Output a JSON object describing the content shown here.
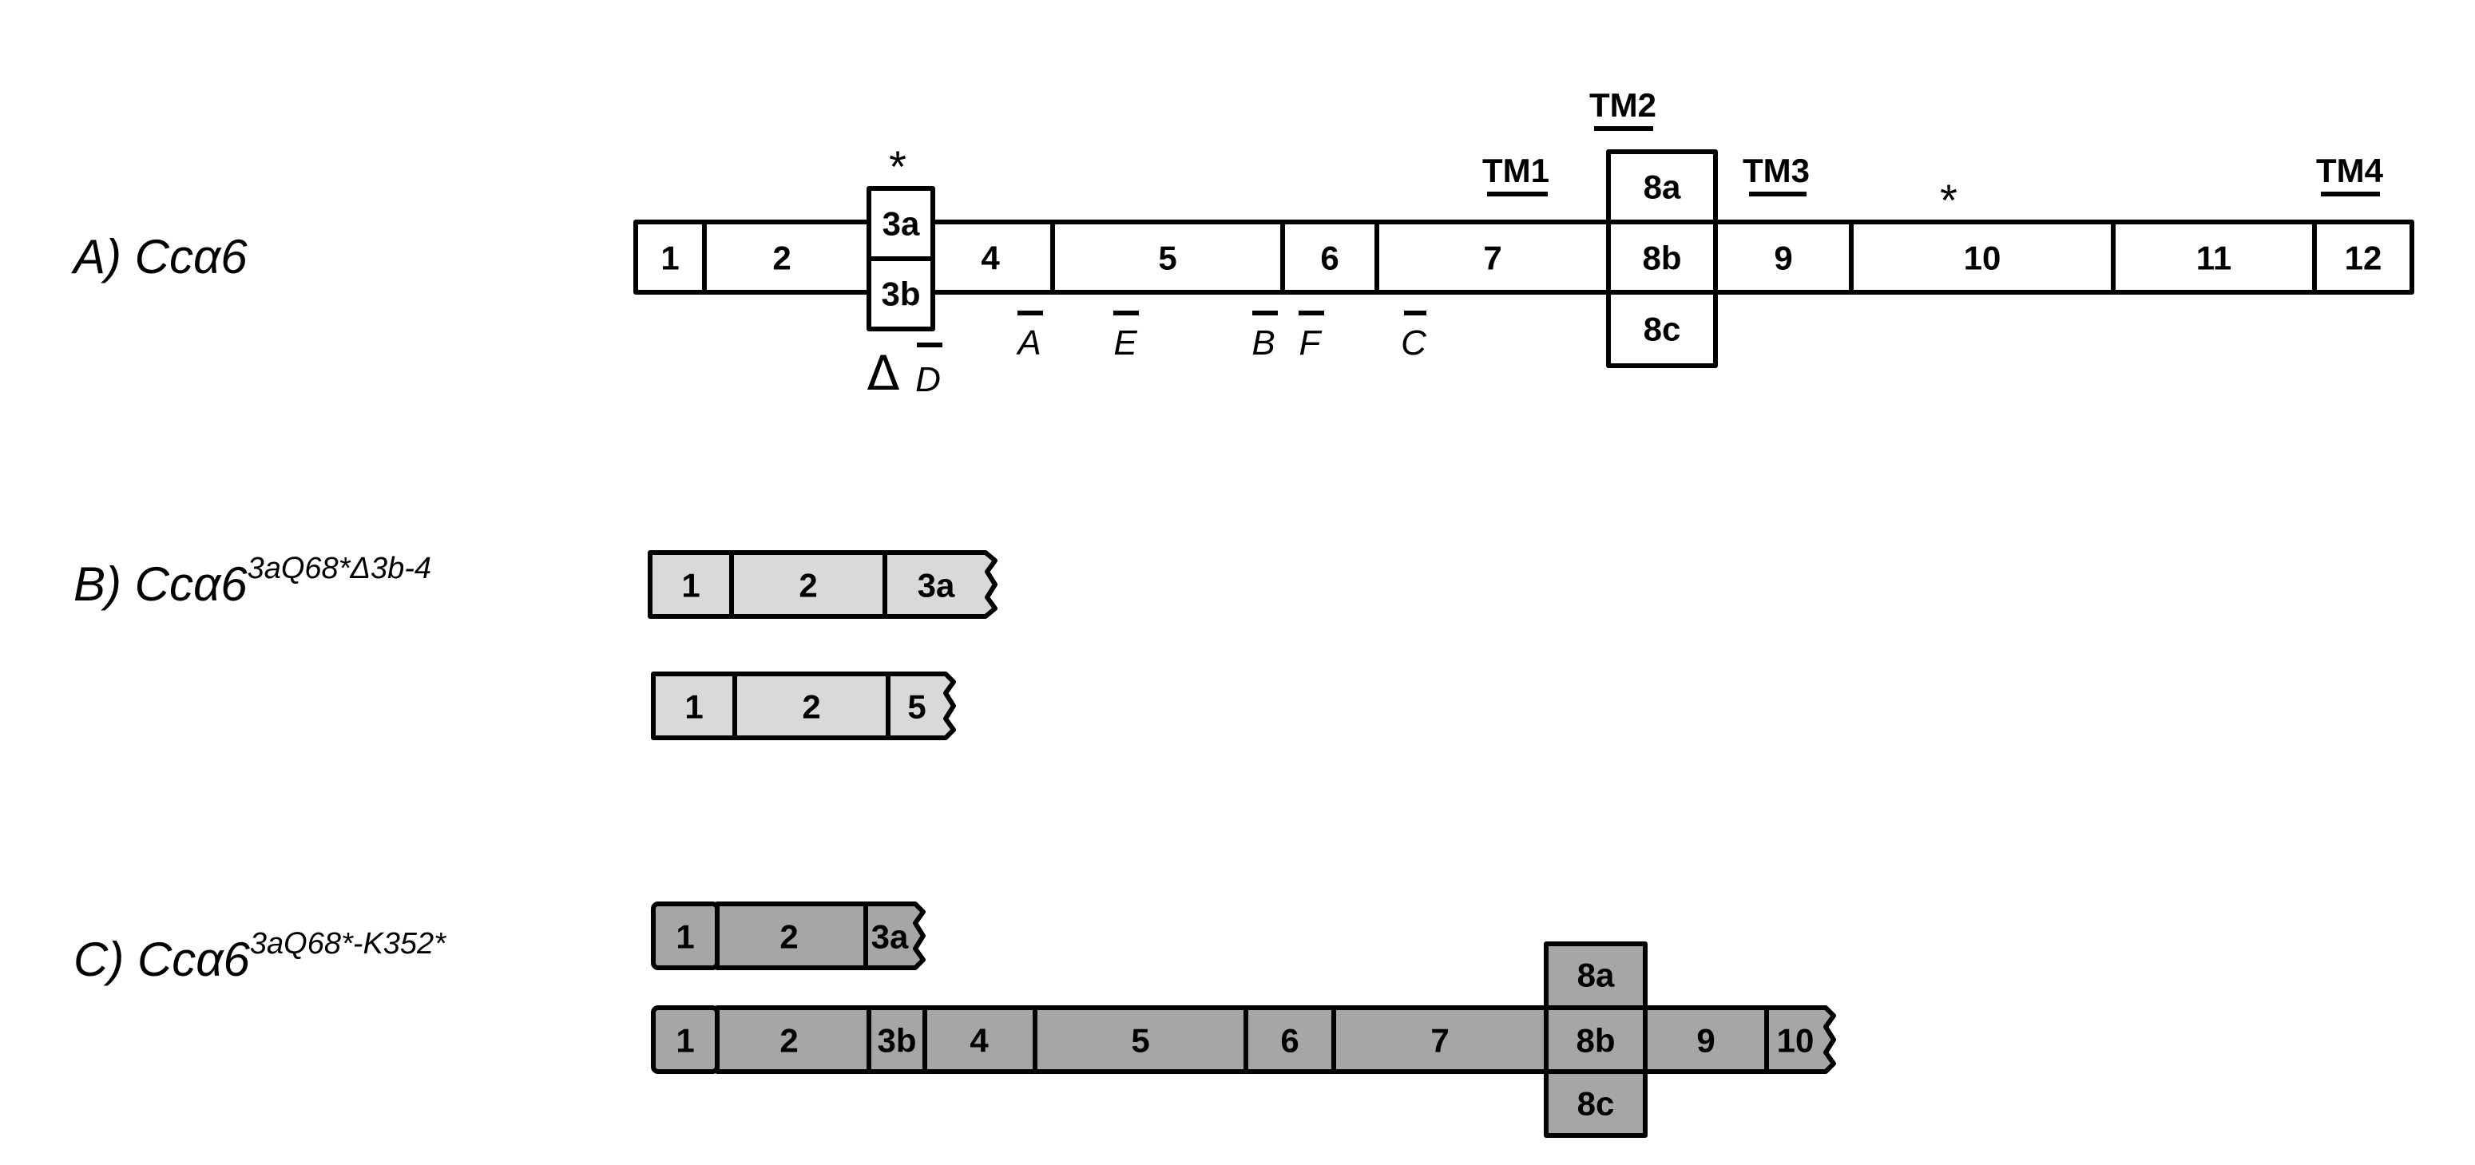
{
  "panels": {
    "a": {
      "label": "A) Ccα6",
      "sup": ""
    },
    "b": {
      "label": "B) Ccα6",
      "sup": "3aQ68*Δ3b-4"
    },
    "c": {
      "label": "C) Ccα6",
      "sup": "3aQ68*-K352*"
    }
  },
  "colors": {
    "panel_a_fill": "#ffffff",
    "panel_b_fill": "#d9d9d9",
    "panel_c_fill": "#a6a6a6",
    "stroke": "#000000"
  },
  "gene_a": {
    "exons": [
      "1",
      "2",
      "4",
      "5",
      "6",
      "7",
      "9",
      "10",
      "11",
      "12"
    ],
    "alt_exon_3": [
      "3a",
      "3b"
    ],
    "alt_exon_8": [
      "8a",
      "8b",
      "8c"
    ],
    "tm_segments": [
      "TM1",
      "TM2",
      "TM3",
      "TM4"
    ],
    "primers": [
      "D",
      "A",
      "E",
      "B",
      "F",
      "C"
    ],
    "asterisks": [
      "*",
      "*"
    ],
    "delta": "Δ"
  },
  "gene_b": {
    "transcript_1": [
      "1",
      "2",
      "3a"
    ],
    "transcript_2": [
      "1",
      "2",
      "5"
    ]
  },
  "gene_c": {
    "transcript_1": [
      "1",
      "2",
      "3a"
    ],
    "transcript_2": [
      "1",
      "2",
      "3b",
      "4",
      "5",
      "6",
      "7",
      "8a",
      "8b",
      "8c",
      "9",
      "10"
    ]
  }
}
